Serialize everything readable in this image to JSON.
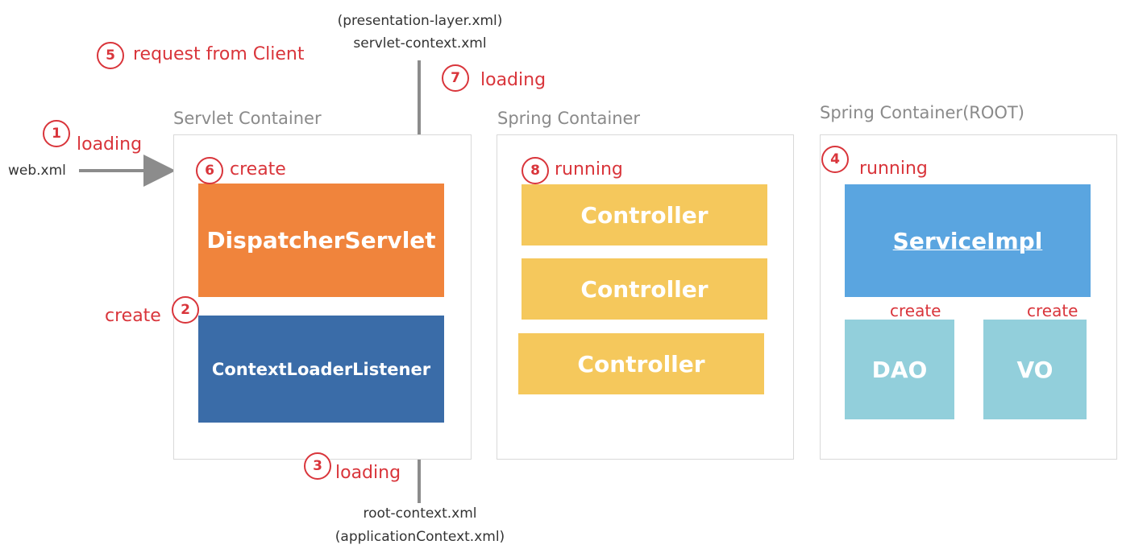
{
  "containers": {
    "servlet": {
      "title": "Servlet Container"
    },
    "spring": {
      "title": "Spring Container"
    },
    "root": {
      "title": "Spring Container(ROOT)"
    }
  },
  "blocks": {
    "dispatcher": "DispatcherServlet",
    "context_loader": "ContextLoaderListener",
    "controllers": [
      "Controller",
      "Controller",
      "Controller"
    ],
    "service_impl": "ServiceImpl",
    "dao": "DAO",
    "vo": "VO"
  },
  "steps": {
    "s1": {
      "num": "1",
      "label": "loading"
    },
    "s2": {
      "num": "2",
      "label": "create"
    },
    "s3": {
      "num": "3",
      "label": "loading"
    },
    "s4": {
      "num": "4",
      "label": "running"
    },
    "s5": {
      "num": "5",
      "label": "request from Client"
    },
    "s6": {
      "num": "6",
      "label": "create"
    },
    "s7": {
      "num": "7",
      "label": "loading"
    },
    "s8": {
      "num": "8",
      "label": "running"
    }
  },
  "create_labels": {
    "dao": "create",
    "vo": "create"
  },
  "files": {
    "web_xml": "web.xml",
    "presentation_layer": "(presentation-layer.xml)",
    "servlet_context": "servlet-context.xml",
    "root_context": "root-context.xml",
    "application_context": "(applicationContext.xml)"
  },
  "colors": {
    "dispatcher": "#f0843c",
    "context_loader": "#3a6ca8",
    "controller": "#f5c85c",
    "service_impl": "#5aa5e0",
    "dao_vo": "#92cfdb",
    "accent_red": "#d9353b",
    "arrow_gray": "#8c8c8c"
  }
}
